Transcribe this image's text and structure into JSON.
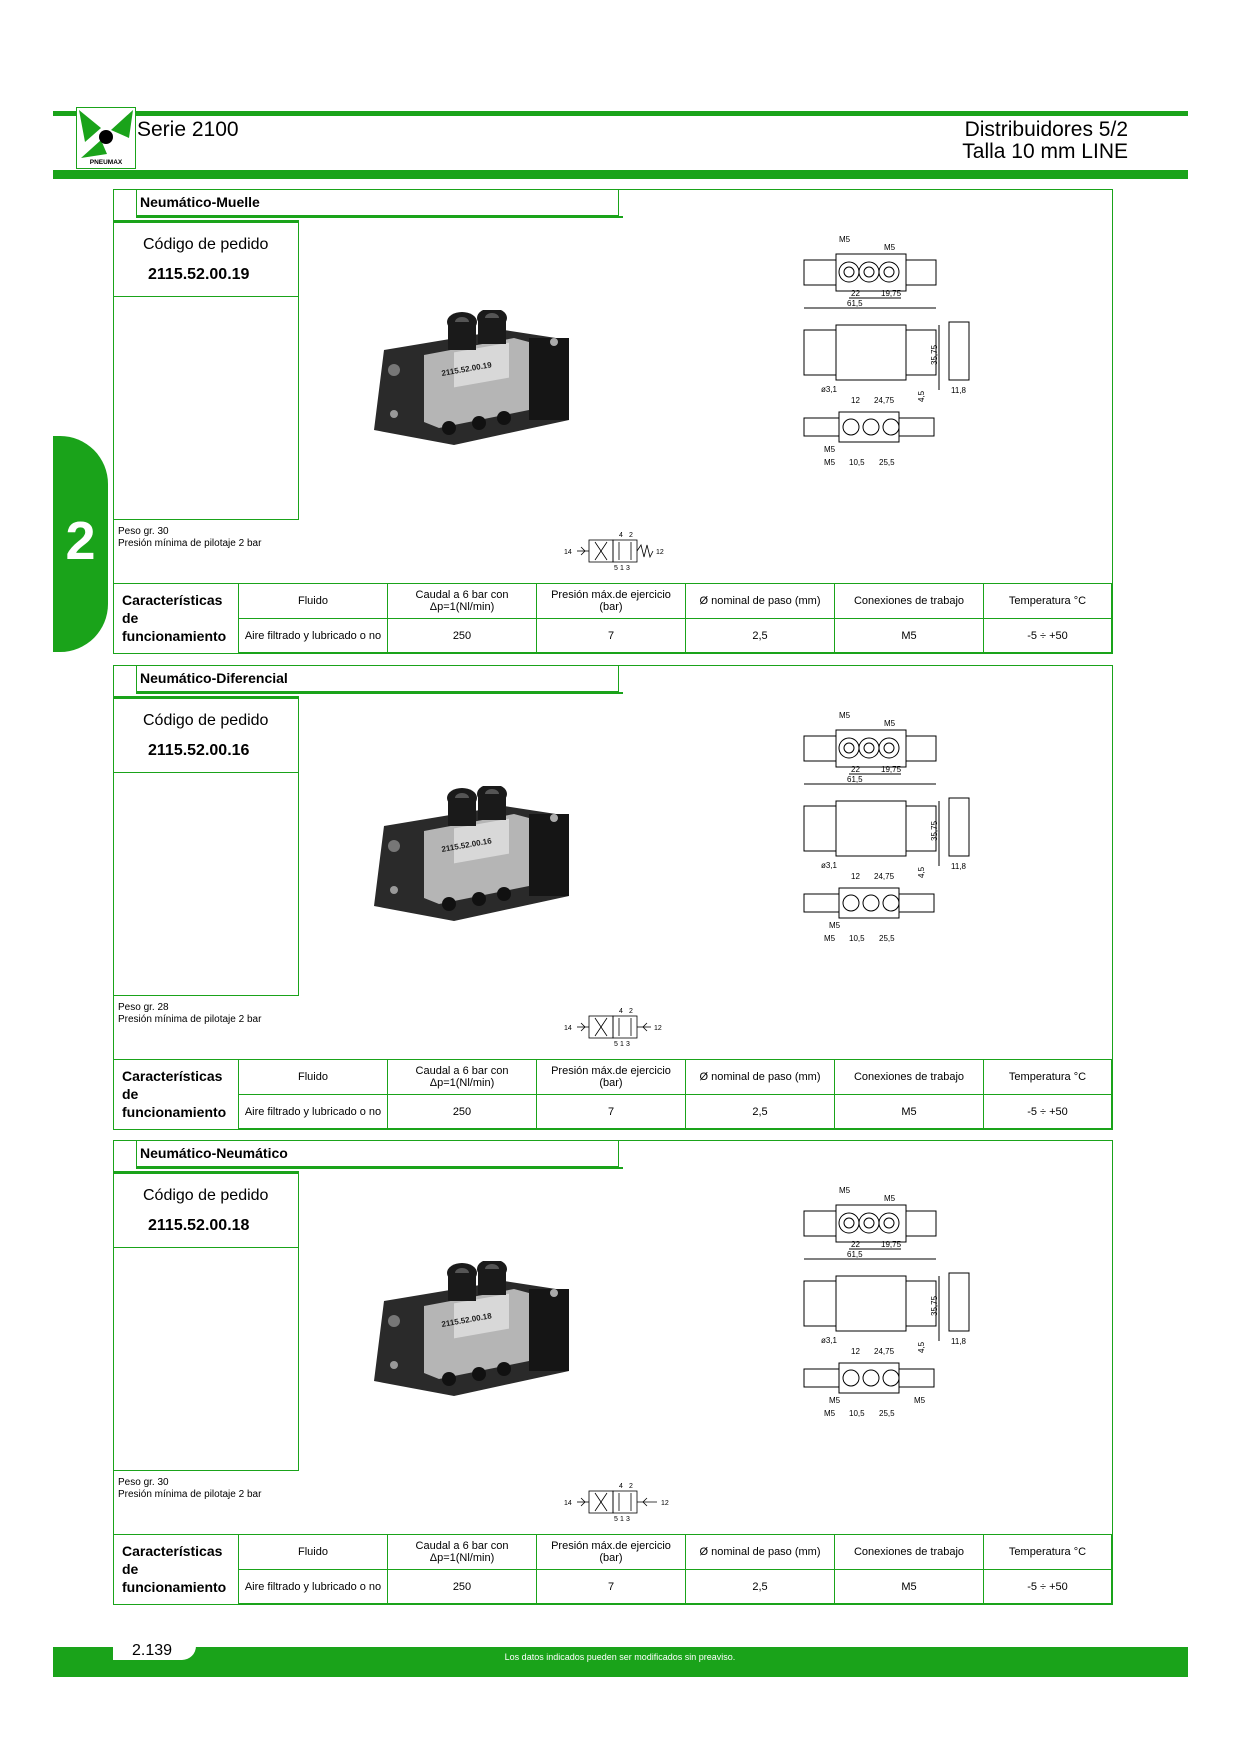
{
  "header": {
    "serie": "Serie 2100",
    "title_line1": "Distribuidores 5/2",
    "title_line2": "Talla 10 mm LINE",
    "brand": "PNEUMAX",
    "chapter": "2"
  },
  "colors": {
    "brand_green": "#1aa31a"
  },
  "sections": [
    {
      "title": "Neumático-Muelle",
      "code_label": "Código de pedido",
      "code": "2115.52.00.19",
      "product_label": "2115.52.00.19",
      "peso": "Peso gr. 30",
      "pilot": " Presión mínima de pilotaje 2 bar"
    },
    {
      "title": "Neumático-Diferencial",
      "code_label": "Código de pedido",
      "code": "2115.52.00.16",
      "product_label": "2115.52.00.16",
      "peso": "Peso gr. 28",
      "pilot": "Presión mínima de pilotaje 2 bar"
    },
    {
      "title": "Neumático-Neumático",
      "code_label": "Código de pedido",
      "code": "2115.52.00.18",
      "product_label": "2115.52.00.18",
      "peso": "Peso gr. 30",
      "pilot": "Presión mínima de pilotaje 2 bar"
    }
  ],
  "chars": {
    "head_line1": "Características",
    "head_line2": "de",
    "head_line3": "funcionamiento",
    "col_fluido": "Fluido",
    "col_caudal_1": "Caudal a 6 bar con",
    "col_caudal_2": "Δp=1(Nl/min)",
    "col_presion_1": "Presión máx.de ejercicio",
    "col_presion_2": "(bar)",
    "col_nominal": "Ø nominal de paso (mm)",
    "col_conexiones": "Conexiones de trabajo",
    "col_temp": "Temperatura °C",
    "val_fluido": "Aire filtrado y lubricado o no",
    "val_caudal": "250",
    "val_presion": "7",
    "val_nominal": "2,5",
    "val_conexiones": "M5",
    "val_temp": "-5 ÷ +50"
  },
  "drawing": {
    "m5": "M5",
    "d22": "22",
    "d1975": "19,75",
    "d615": "61,5",
    "d3575": "35,75",
    "d31": "ø3,1",
    "d12": "12",
    "d2475": "24,75",
    "d45": "4,5",
    "d118": "11,8",
    "d105": "10,5",
    "d255": "25,5"
  },
  "symbol": {
    "p4": "4",
    "p2": "2",
    "p14": "14",
    "p12": "12",
    "p5": "5",
    "p1": "1",
    "p3": "3"
  },
  "footer": {
    "page": "2.139",
    "note": "Los datos indicados pueden ser modificados sin preaviso."
  }
}
